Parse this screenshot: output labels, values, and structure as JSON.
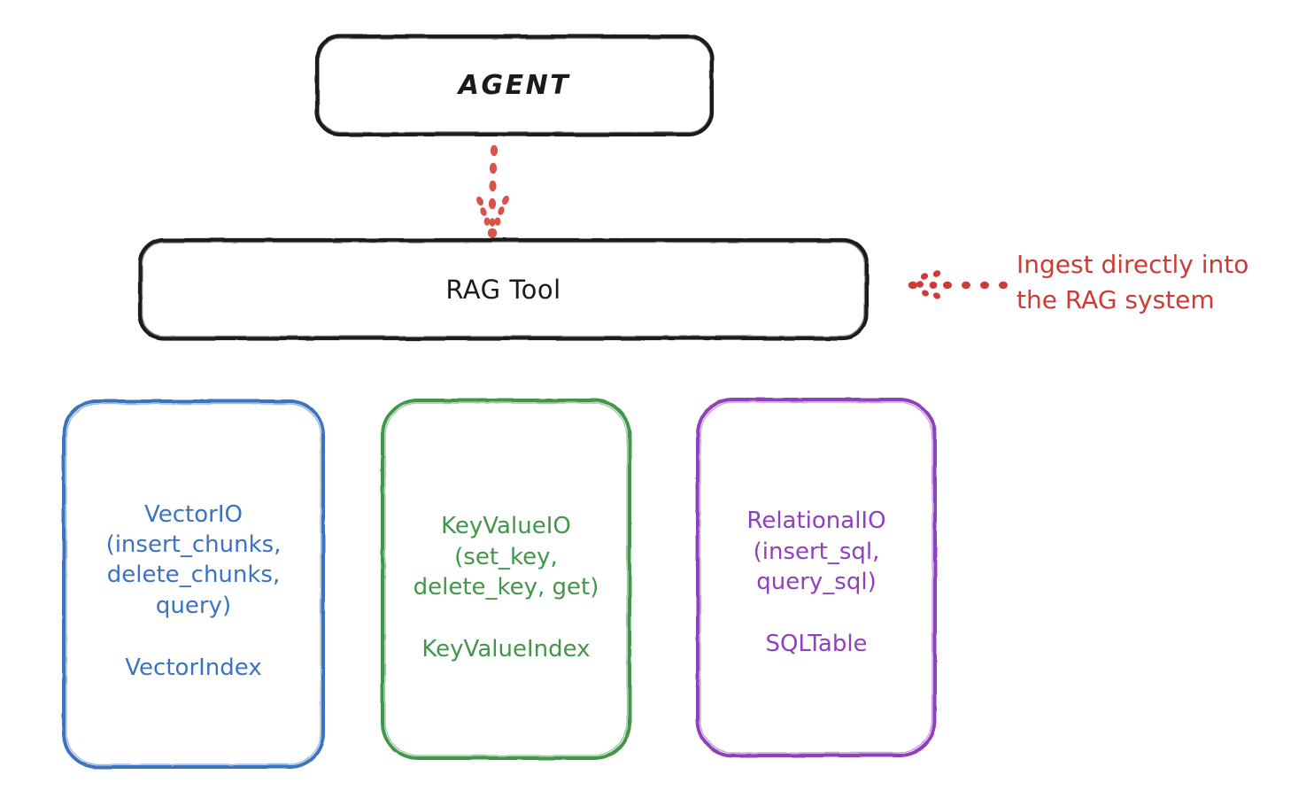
{
  "diagram": {
    "type": "architecture-flow",
    "background_color": "#ffffff",
    "nodes": {
      "agent": {
        "label": "AGENT",
        "stroke_color": "#1a1a1a",
        "text_color": "#1a1a1a",
        "shape": "rounded-rectangle"
      },
      "rag_tool": {
        "label": "RAG Tool",
        "stroke_color": "#1a1a1a",
        "text_color": "#1a1a1a",
        "shape": "rounded-rectangle"
      },
      "vector_io": {
        "title": "VectorIO\n(insert_chunks,\ndelete_chunks,\nquery)",
        "subtitle": "VectorIndex",
        "stroke_color": "#3b73c0",
        "text_color": "#3b73c0",
        "shape": "rounded-rectangle"
      },
      "key_value_io": {
        "title": "KeyValueIO\n(set_key,\ndelete_key, get)",
        "subtitle": "KeyValueIndex",
        "stroke_color": "#42964a",
        "text_color": "#42964a",
        "shape": "rounded-rectangle"
      },
      "relational_io": {
        "title": "RelationalIO\n(insert_sql,\nquery_sql)",
        "subtitle": "SQLTable",
        "stroke_color": "#9040bd",
        "text_color": "#9040bd",
        "shape": "rounded-rectangle"
      }
    },
    "connectors": {
      "agent_to_rag_tool": {
        "style": "dotted-arrow",
        "direction": "down",
        "color": "#cc3b35"
      },
      "ingest_arrow": {
        "style": "dotted-arrow",
        "direction": "left",
        "color": "#cc3b35"
      }
    },
    "annotations": {
      "ingest": {
        "text": "Ingest directly into\nthe RAG system",
        "color": "#cc3b35"
      }
    }
  }
}
